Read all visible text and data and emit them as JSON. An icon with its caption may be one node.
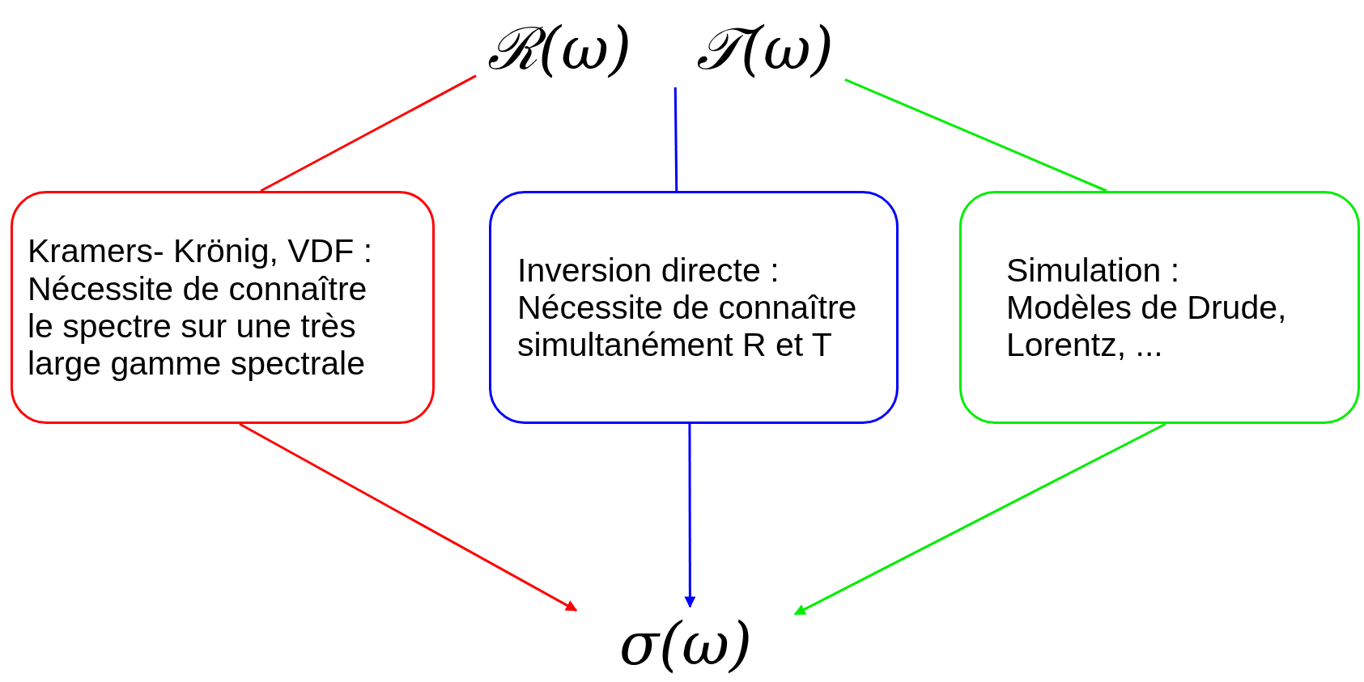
{
  "diagram": {
    "nodes": [
      {
        "text": [
          "ℛ(ω)",
          "𝒯(ω)"
        ]
      },
      {
        "text": [
          "Kramers- Krönig, VDF : Nécessite de connaître le spectre sur une très large gamme spectrale"
        ]
      },
      {
        "text": [
          "Inversion directe : Nécessite de connaître simultanément R et T"
        ]
      },
      {
        "text": [
          "Simulation : Modèles de Drude, Lorentz, ..."
        ]
      },
      {
        "text": [
          "σ(ω)"
        ]
      }
    ],
    "edges": [
      {
        "from": 0,
        "to": 1,
        "arrow": "none",
        "color": "#ff0000"
      },
      {
        "from": 0,
        "to": 2,
        "arrow": "none",
        "color": "#0000ff"
      },
      {
        "from": 0,
        "to": 3,
        "arrow": "none",
        "color": "#00ee00"
      },
      {
        "from": 1,
        "to": 4,
        "arrow": "to",
        "color": "#ff0000"
      },
      {
        "from": 2,
        "to": 4,
        "arrow": "to",
        "color": "#0000ff"
      },
      {
        "from": 3,
        "to": 4,
        "arrow": "to",
        "color": "#00ee00"
      }
    ]
  }
}
